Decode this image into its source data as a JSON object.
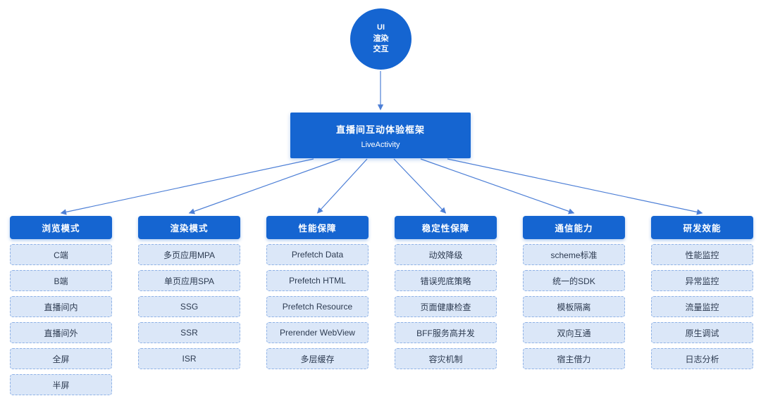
{
  "root": {
    "circle_lines": [
      "UI",
      "渲染",
      "交互"
    ],
    "title": "直播间互动体验框架",
    "subtitle": "LiveActivity"
  },
  "columns": [
    {
      "header": "浏览模式",
      "items": [
        "C端",
        "B端",
        "直播间内",
        "直播间外",
        "全屏",
        "半屏"
      ]
    },
    {
      "header": "渲染模式",
      "items": [
        "多页应用MPA",
        "单页应用SPA",
        "SSG",
        "SSR",
        "ISR"
      ]
    },
    {
      "header": "性能保障",
      "items": [
        "Prefetch Data",
        "Prefetch HTML",
        "Prefetch Resource",
        "Prerender WebView",
        "多层缓存"
      ]
    },
    {
      "header": "稳定性保障",
      "items": [
        "动效降级",
        "错误兜底策略",
        "页面健康检查",
        "BFF服务高并发",
        "容灾机制"
      ]
    },
    {
      "header": "通信能力",
      "items": [
        "scheme标准",
        "统一的SDK",
        "模板隔离",
        "双向互通",
        "宿主借力"
      ]
    },
    {
      "header": "研发效能",
      "items": [
        "性能监控",
        "异常监控",
        "流量监控",
        "原生调试",
        "日志分析"
      ]
    }
  ],
  "colors": {
    "primary": "#1565d1",
    "item_bg": "#dbe7f8",
    "item_border": "#8fb2e6",
    "item_text": "#2c3a50",
    "arrow": "#4d7fd6"
  }
}
